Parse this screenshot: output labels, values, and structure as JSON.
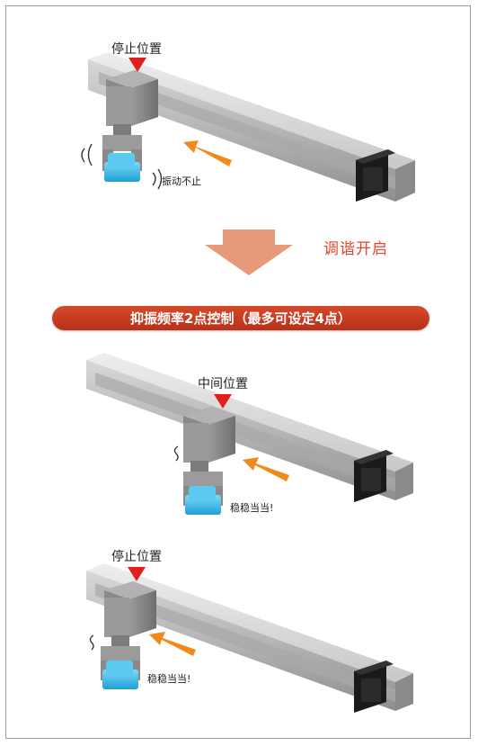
{
  "scene1": {
    "position_label": "停止位置",
    "vibration_label": "振动不止"
  },
  "transition": {
    "tuning_label": "调谐开启"
  },
  "banner": {
    "text": "抑振频率2点控制（最多可设定4点）"
  },
  "scene2": {
    "position_label": "中间位置",
    "stable_label": "稳稳当当!"
  },
  "scene3": {
    "position_label": "停止位置",
    "stable_label": "稳稳当当!"
  },
  "colors": {
    "marker_red": "#e0201f",
    "arrow_orange": "#f08a1c",
    "big_arrow": "#e69a7a",
    "banner_red": "#c63c20",
    "workpiece_blue": "#3bb8e8"
  }
}
